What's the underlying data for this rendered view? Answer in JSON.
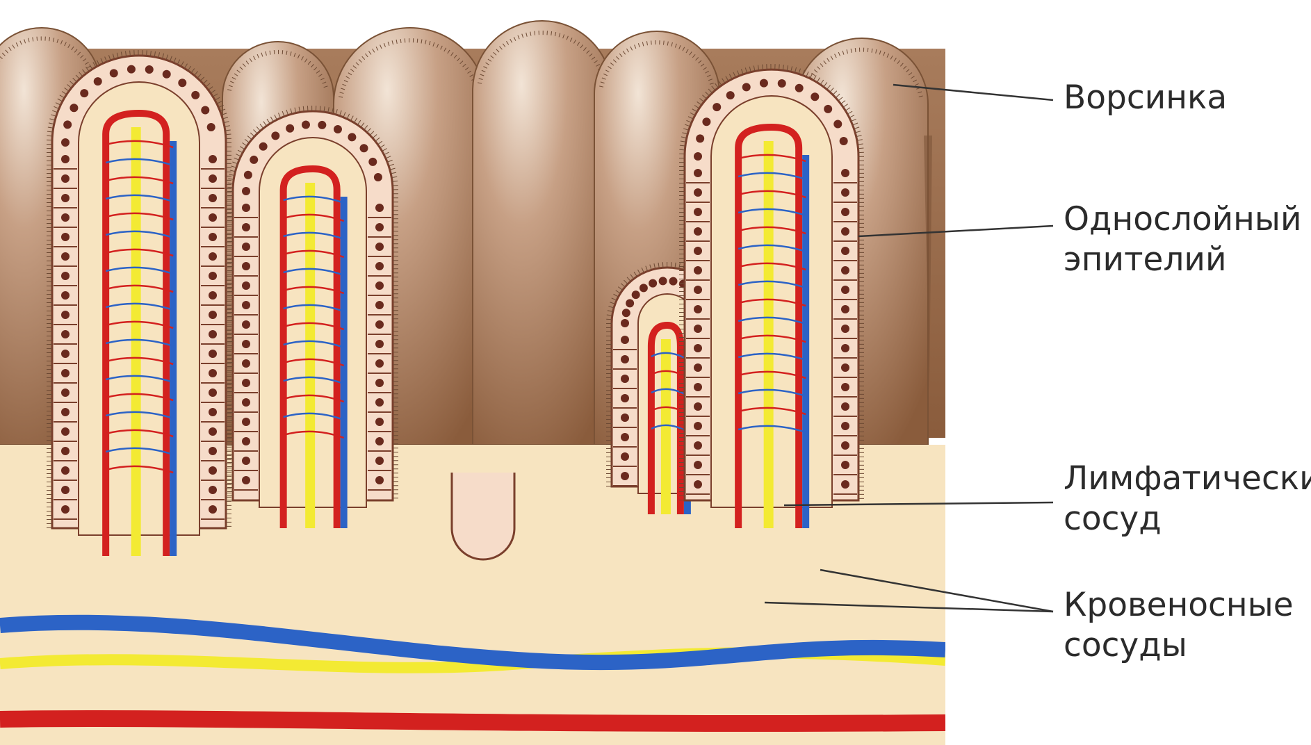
{
  "labels": {
    "villus": "Ворсинка",
    "epithelium": "Однослойный\nэпителий",
    "lymph_vessel": "Лимфатический\nсосуд",
    "blood_vessels": "Кровеносные\nсосуды"
  },
  "colors": {
    "villus_body": "#a27656",
    "villus_highlight": "#e6d3c0",
    "villus_shadow": "#7a5236",
    "stroma": "#f7e4c0",
    "epithelium_cell": "#f6dcc9",
    "epithelium_outline": "#7a3f2c",
    "nucleus": "#6a2a1e",
    "artery": "#d3211f",
    "vein": "#2c63c6",
    "lymph": "#f3ea33",
    "leader_line": "#333333",
    "label_text": "#2b2b2b"
  }
}
